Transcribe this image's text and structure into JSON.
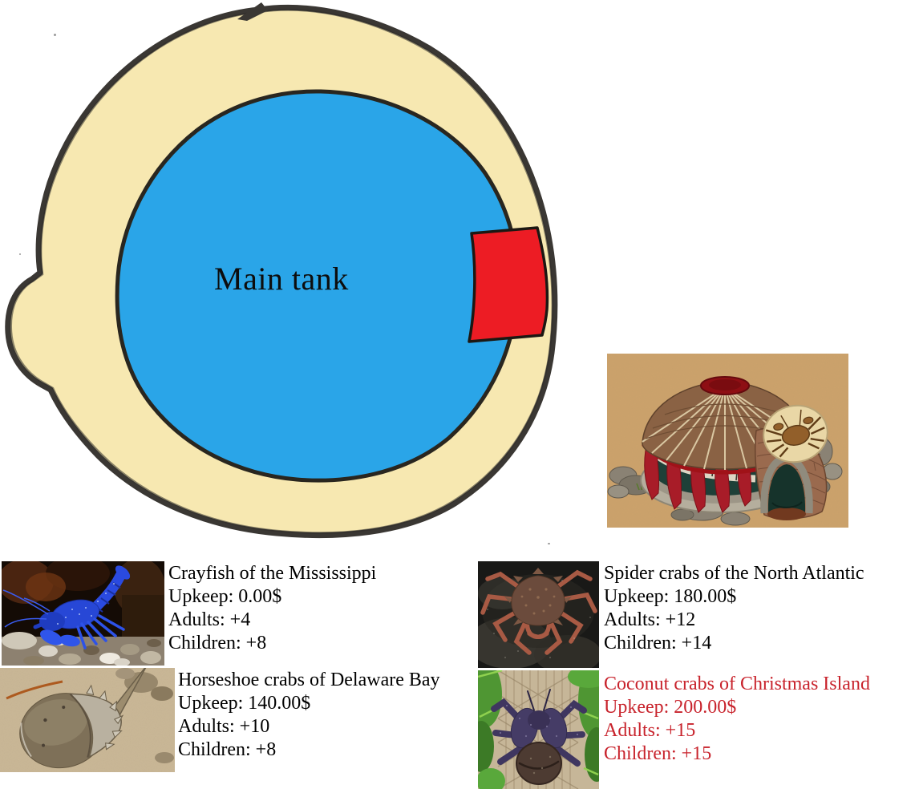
{
  "page": {
    "background": "#ffffff"
  },
  "tank_diagram": {
    "label": "Main tank",
    "outer_fill": "#F7E8B1",
    "water_fill": "#2AA5E8",
    "red_section_fill": "#ED1C24",
    "outline_color": "#3A3733"
  },
  "building": {
    "sand_color": "#CDA26B",
    "roof_color": "#8A6244",
    "drape_color": "#A81C28",
    "sign_color": "#E9D7A6"
  },
  "species_cards": [
    {
      "name": "Crayfish of the Mississippi",
      "upkeep_line": "Upkeep: 0.00$",
      "adults_line": "Adults: +4",
      "children_line": "Children: +8",
      "text_color": "#000000"
    },
    {
      "name": "Horseshoe crabs of Delaware Bay",
      "upkeep_line": "Upkeep: 140.00$",
      "adults_line": "Adults: +10",
      "children_line": "Children: +8",
      "text_color": "#000000"
    },
    {
      "name": "Spider crabs of the North Atlantic",
      "upkeep_line": "Upkeep: 180.00$",
      "adults_line": "Adults: +12",
      "children_line": "Children: +14",
      "text_color": "#000000"
    },
    {
      "name": "Coconut crabs of Christmas Island",
      "upkeep_line": "Upkeep: 200.00$",
      "adults_line": "Adults: +15",
      "children_line": "Children: +15",
      "text_color": "#C8232C"
    }
  ]
}
